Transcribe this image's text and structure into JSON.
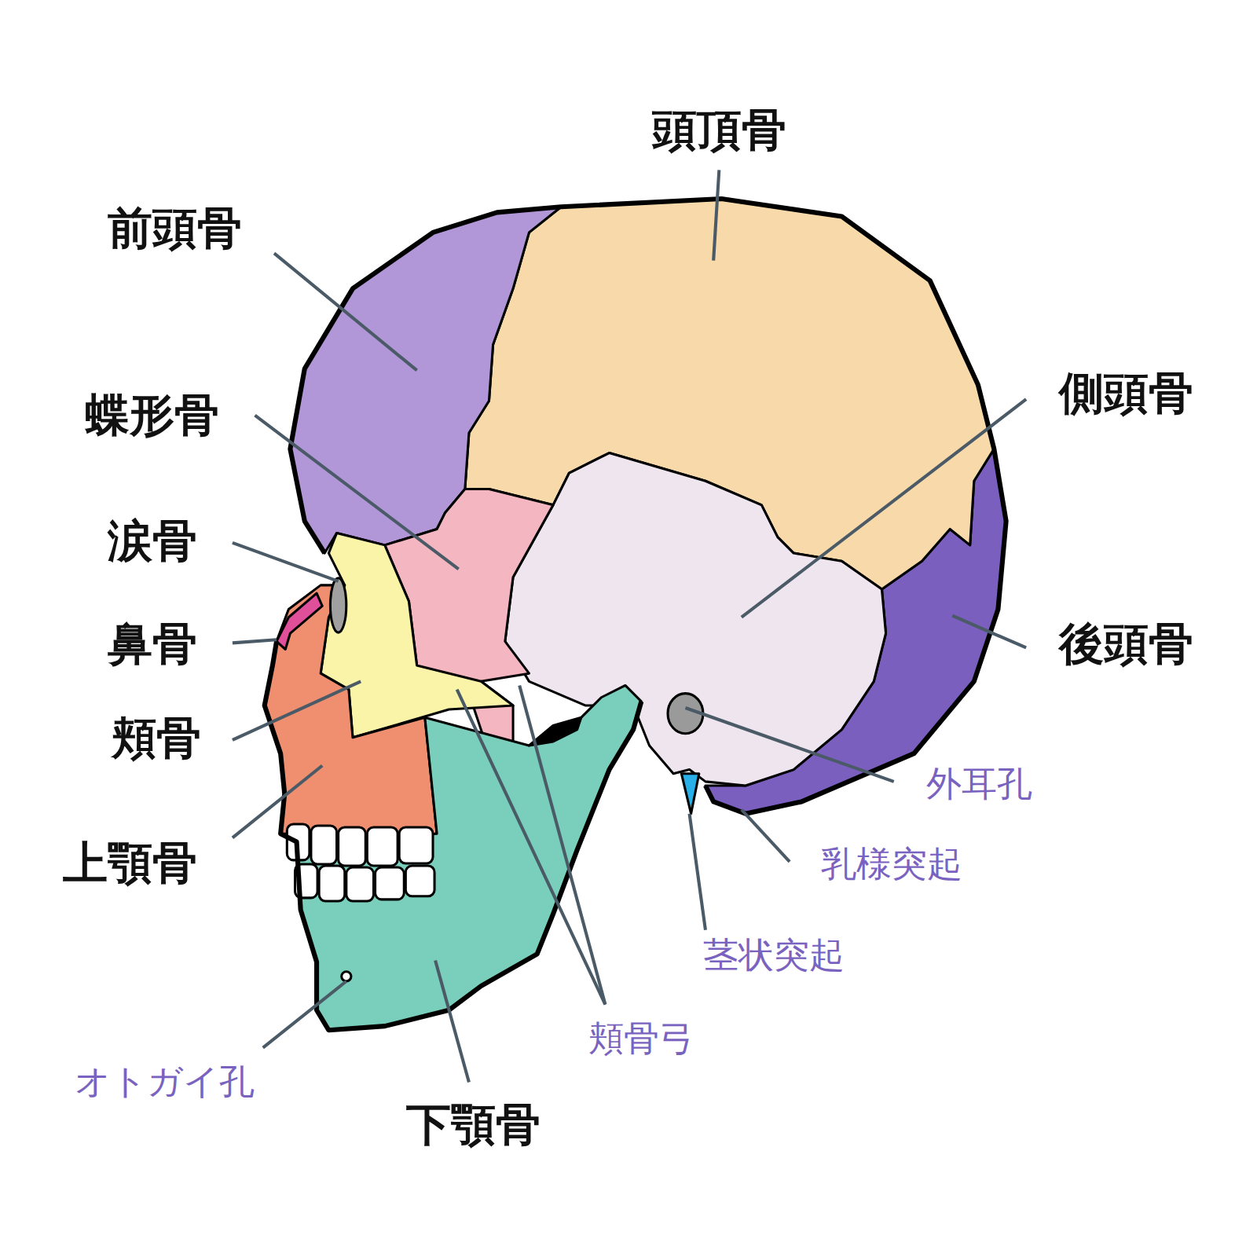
{
  "diagram": {
    "labels": [
      "頭頂骨",
      "前頭骨",
      "蝶形骨",
      "側頭骨",
      "涙骨",
      "後頭骨",
      "鼻骨",
      "頬骨",
      "外耳孔",
      "上顎骨",
      "乳様突起",
      "茎状突起",
      "頬骨弓",
      "オトガイ孔",
      "下顎骨"
    ]
  }
}
